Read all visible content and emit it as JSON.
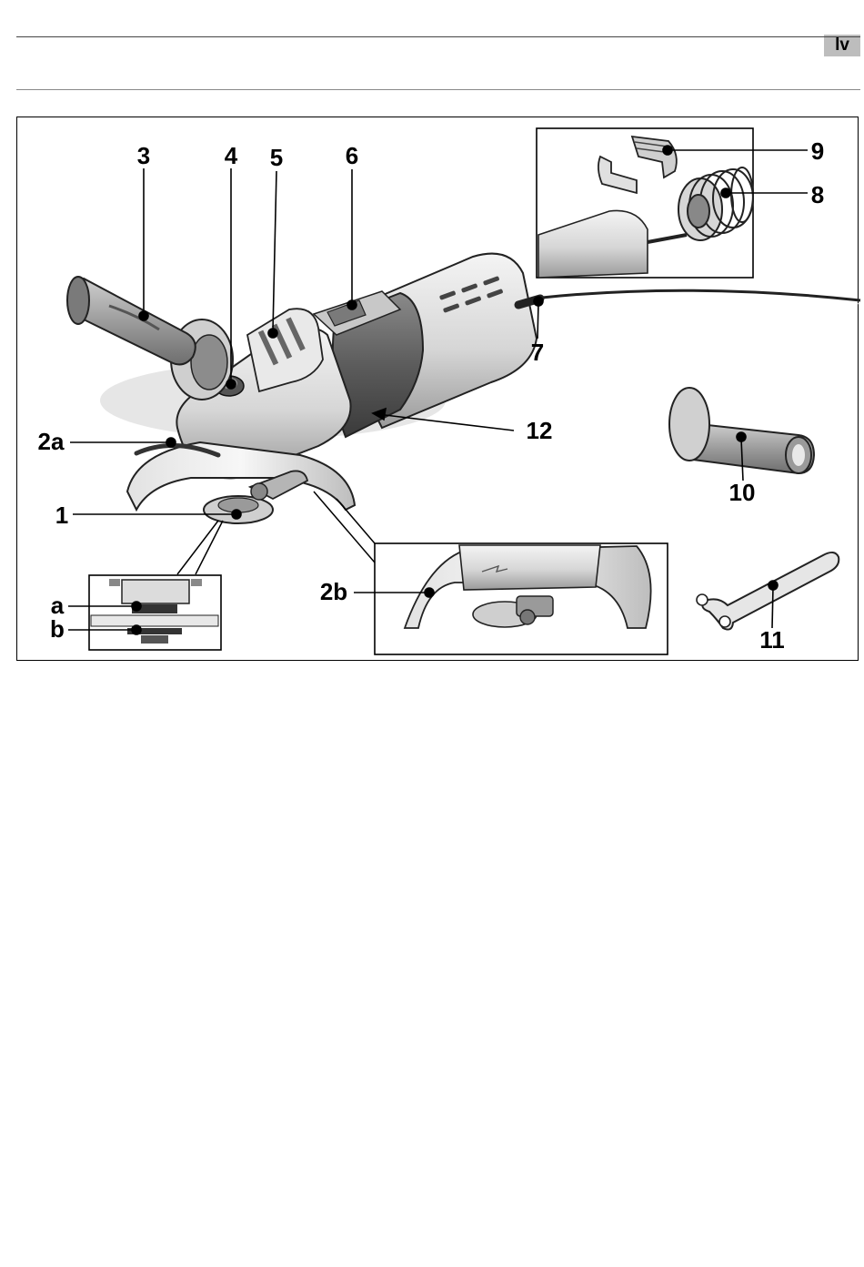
{
  "header": {
    "language_code": "lv"
  },
  "figure": {
    "callouts": {
      "c1": "1",
      "c2a": "2a",
      "c2b": "2b",
      "c3": "3",
      "c4": "4",
      "c5": "5",
      "c6": "6",
      "c7": "7",
      "c8": "8",
      "c9": "9",
      "c10": "10",
      "c11": "11",
      "c12": "12",
      "ca": "a",
      "cb": "b"
    }
  }
}
